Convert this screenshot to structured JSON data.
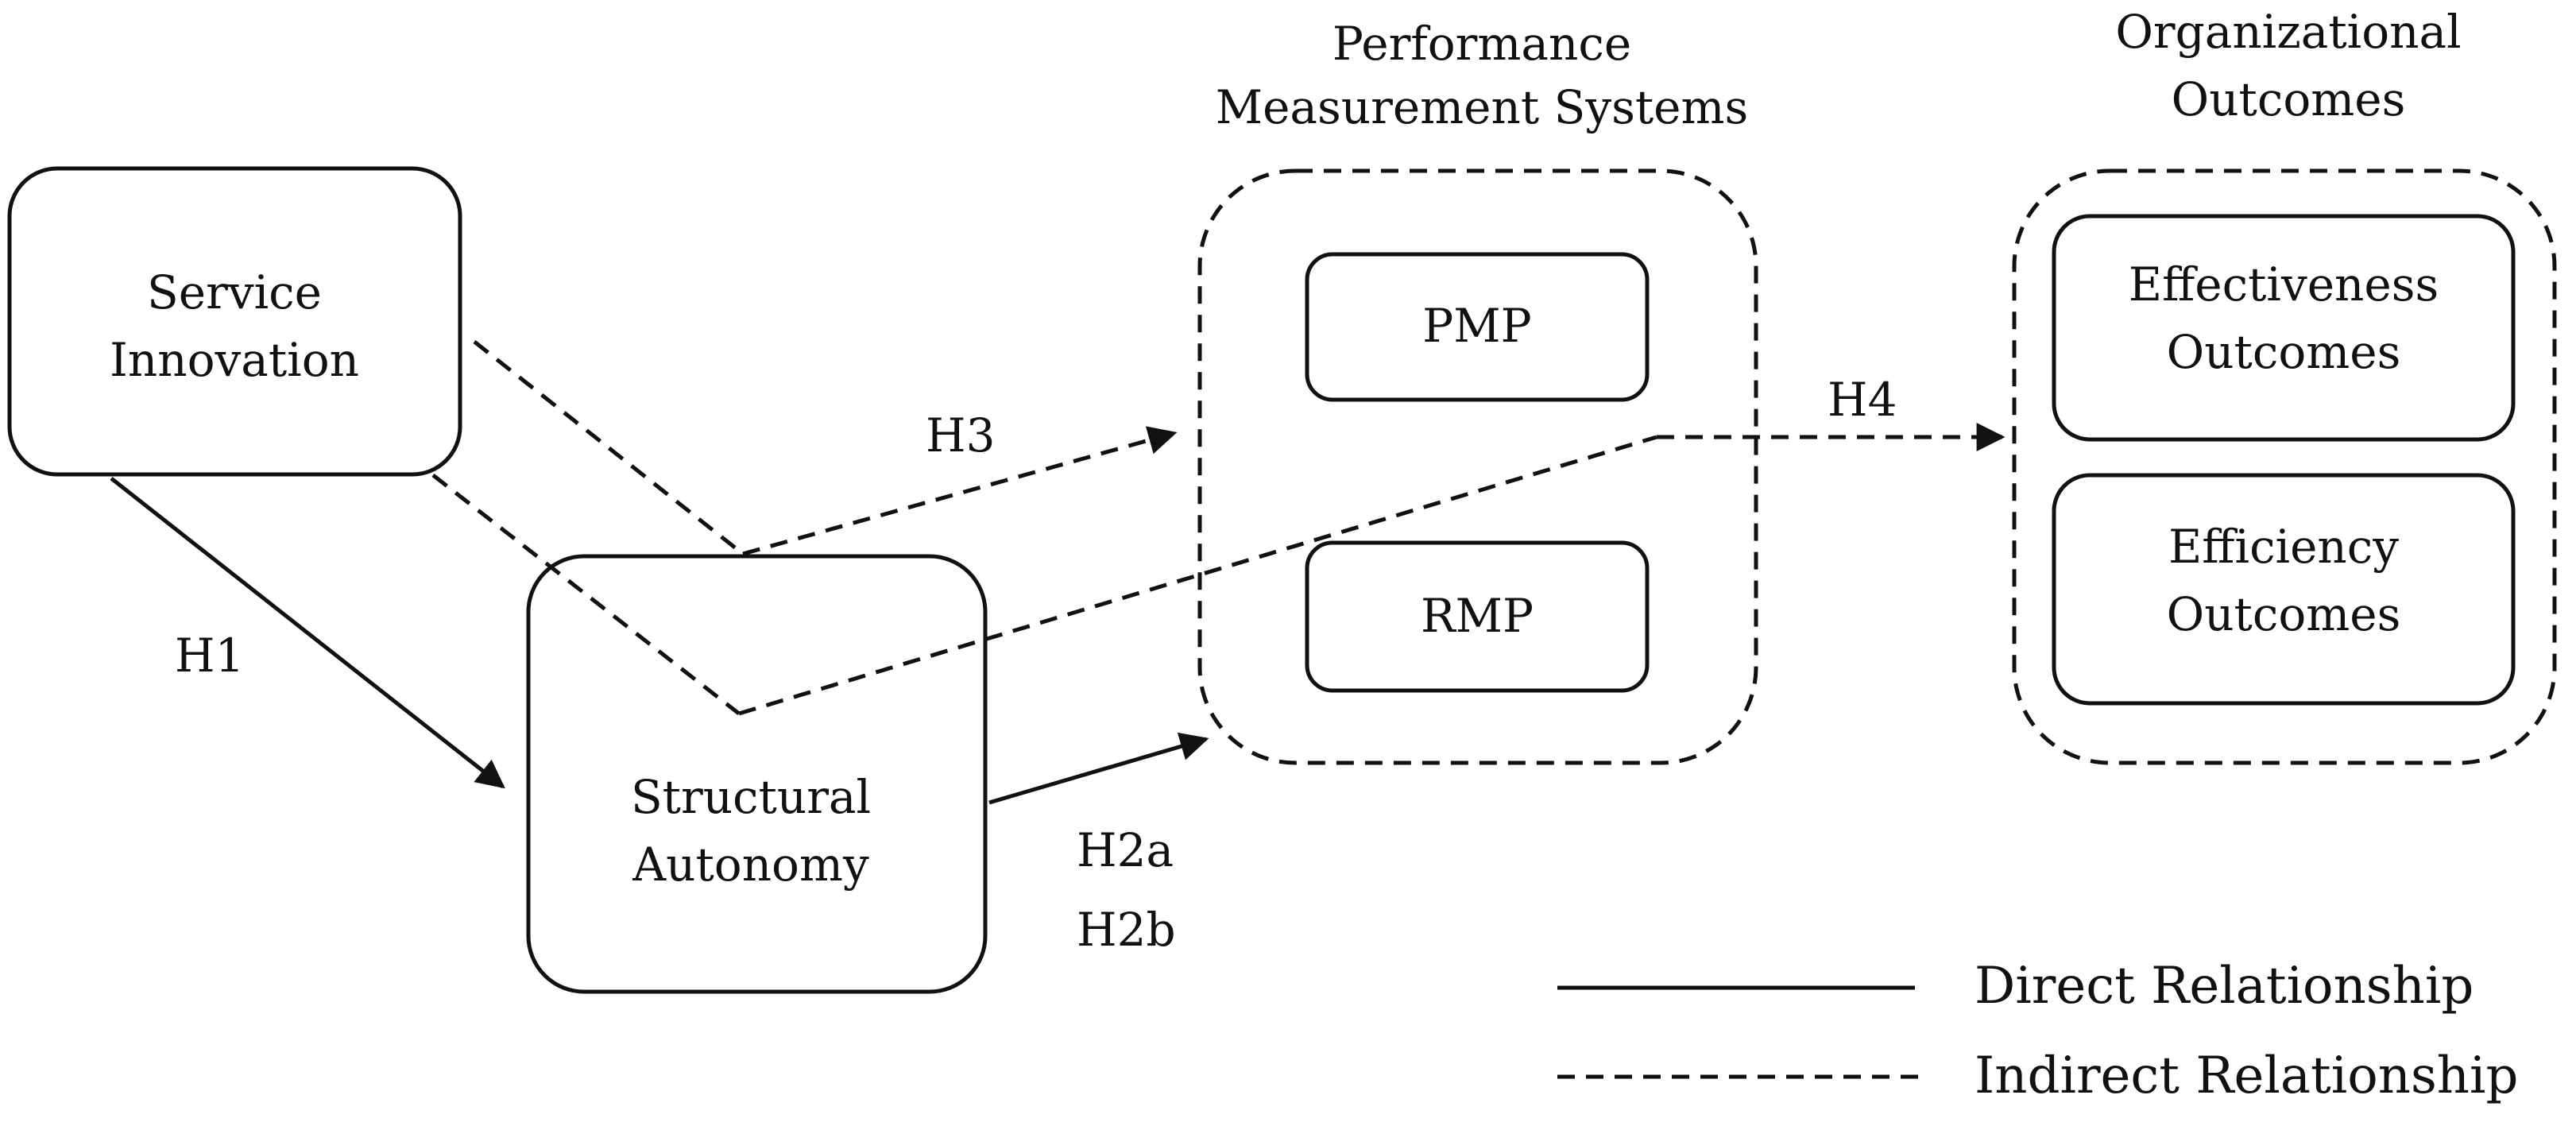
{
  "groups": {
    "pms": {
      "title_line1": "Performance",
      "title_line2": "Measurement Systems"
    },
    "outcomes": {
      "title_line1": "Organizational",
      "title_line2": "Outcomes"
    }
  },
  "nodes": {
    "service_innovation": {
      "line1": "Service",
      "line2": "Innovation"
    },
    "structural_autonomy": {
      "line1": "Structural",
      "line2": "Autonomy"
    },
    "pmp": {
      "label": "PMP"
    },
    "rmp": {
      "label": "RMP"
    },
    "effectiveness": {
      "line1": "Effectiveness",
      "line2": "Outcomes"
    },
    "efficiency": {
      "line1": "Efficiency",
      "line2": "Outcomes"
    }
  },
  "hypotheses": {
    "h1": "H1",
    "h2a": "H2a",
    "h2b": "H2b",
    "h3": "H3",
    "h4": "H4"
  },
  "legend": {
    "direct": "Direct Relationship",
    "indirect": "Indirect Relationship"
  }
}
